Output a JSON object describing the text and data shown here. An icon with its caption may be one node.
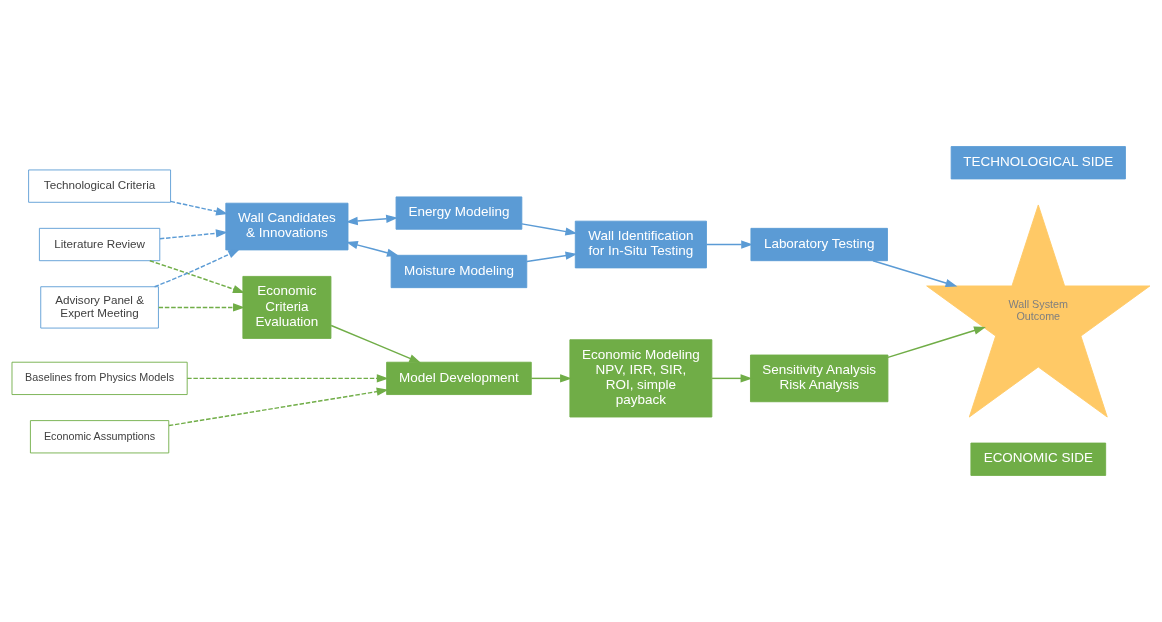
{
  "diagram": {
    "nodes": [
      {
        "text": [
          "Technological Criteria"
        ]
      },
      {
        "text": [
          "Wall Candidates & Innovations"
        ]
      },
      {
        "text": [
          "Energy Modeling"
        ]
      },
      {
        "text": [
          "Moisture Modeling"
        ]
      },
      {
        "text": [
          "Wall Identification for In-Situ Testing"
        ]
      },
      {
        "text": [
          "Laboratory Testing"
        ]
      },
      {
        "text": [
          "TECHNOLOGICAL SIDE"
        ]
      },
      {
        "text": [
          "Literature Review"
        ]
      },
      {
        "text": [
          "Advisory Panel & Expert Meeting"
        ]
      },
      {
        "text": [
          "Wall System Outcome"
        ]
      },
      {
        "text": [
          "Economic Criteria Evaluation"
        ]
      },
      {
        "text": [
          "Model Development"
        ]
      },
      {
        "text": [
          "Economic Modeling NPV, IRR, SIR, ROI, simple payback"
        ]
      },
      {
        "text": [
          "Sensitivity Analysis Risk Analysis"
        ]
      },
      {
        "text": [
          "Economic Assumptions"
        ]
      },
      {
        "text": [
          "Baselines from Physics Models"
        ]
      },
      {
        "text": [
          "ECONOMIC SIDE"
        ]
      }
    ],
    "edges": [
      {
        "from": 0,
        "to": 1,
        "arrow": "to",
        "style": "dashed"
      },
      {
        "from": 1,
        "to": 2,
        "arrow": "both"
      },
      {
        "from": 1,
        "to": 3,
        "arrow": "both"
      },
      {
        "from": 2,
        "to": 4,
        "arrow": "to"
      },
      {
        "from": 3,
        "to": 4,
        "arrow": "to"
      },
      {
        "from": 4,
        "to": 5,
        "arrow": "to"
      },
      {
        "from": 5,
        "to": 9,
        "arrow": "to"
      },
      {
        "from": 8,
        "to": 1,
        "arrow": "to",
        "style": "dashed"
      },
      {
        "from": 7,
        "to": 1,
        "arrow": "to",
        "style": "dashed"
      },
      {
        "from": 8,
        "to": 10,
        "arrow": "to",
        "style": "dashed",
        "color": "#70ad47"
      },
      {
        "from": 7,
        "to": 10,
        "arrow": "to",
        "style": "dashed",
        "color": "#70ad47"
      },
      {
        "from": 10,
        "to": 11,
        "arrow": "to",
        "color": "#70ad47"
      },
      {
        "from": 11,
        "to": 12,
        "arrow": "to",
        "color": "#70ad47"
      },
      {
        "from": 12,
        "to": 13,
        "arrow": "to",
        "color": "#70ad47"
      },
      {
        "from": 13,
        "to": 9,
        "arrow": "to",
        "color": "#70ad47"
      },
      {
        "from": 14,
        "to": 11,
        "arrow": "to",
        "style": "dashed",
        "color": "#70ad47"
      },
      {
        "from": 15,
        "to": 11,
        "arrow": "to",
        "style": "dashed",
        "color": "#70ad47"
      }
    ]
  }
}
